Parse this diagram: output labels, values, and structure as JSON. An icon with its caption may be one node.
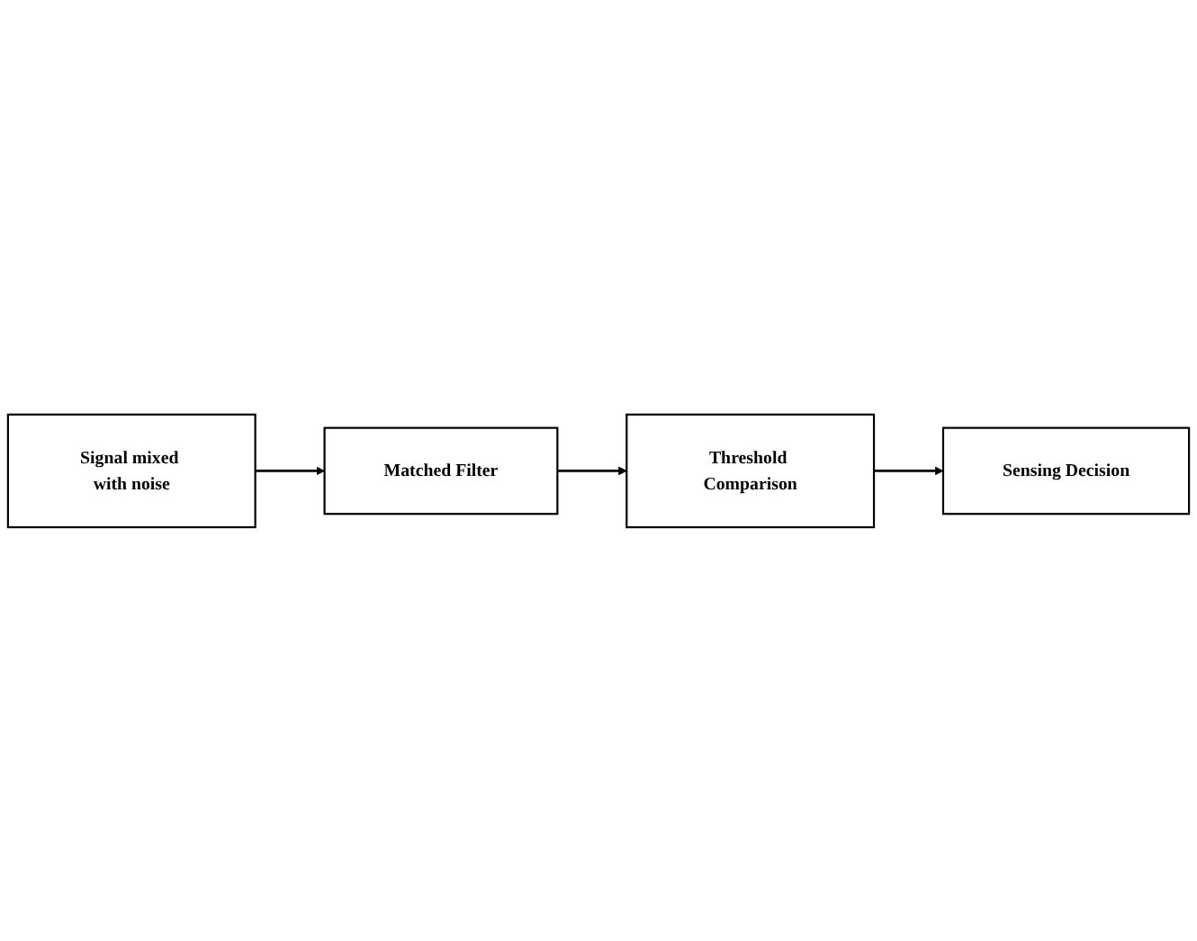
{
  "diagram": {
    "nodes": [
      {
        "text": [
          "Signal mixed with noise"
        ]
      },
      {
        "text": [
          "Matched Filter"
        ]
      },
      {
        "text": [
          "Threshold Comparison"
        ]
      },
      {
        "text": [
          "Sensing Decision"
        ]
      }
    ],
    "edges": [
      {
        "from": 0,
        "to": 1,
        "arrow": "to"
      },
      {
        "from": 1,
        "to": 2,
        "arrow": "to"
      },
      {
        "from": 2,
        "to": 3,
        "arrow": "to"
      }
    ]
  }
}
